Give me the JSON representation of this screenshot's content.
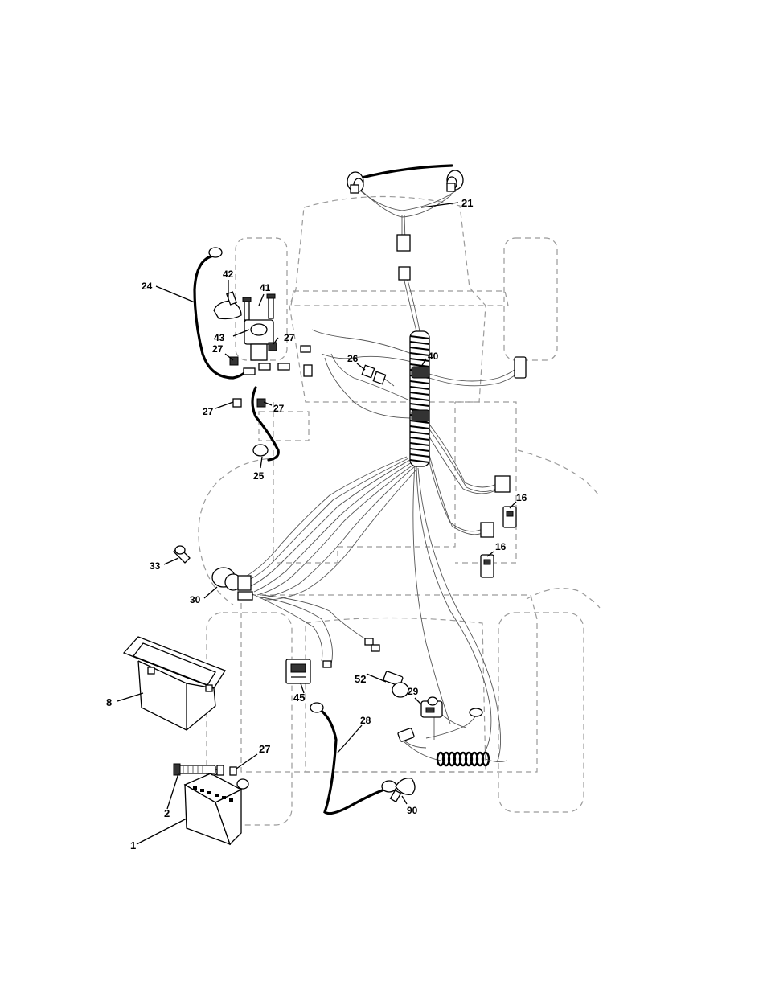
{
  "callouts": {
    "c1": "1",
    "c2": "2",
    "c8": "8",
    "c16a": "16",
    "c16b": "16",
    "c21": "21",
    "c24": "24",
    "c25": "25",
    "c26": "26",
    "c27a": "27",
    "c27b": "27",
    "c27c": "27",
    "c27d": "27",
    "c27e": "27",
    "c28": "28",
    "c29": "29",
    "c30": "30",
    "c33": "33",
    "c40": "40",
    "c41": "41",
    "c42": "42",
    "c43": "43",
    "c45": "45",
    "c52": "52",
    "c90": "90"
  }
}
